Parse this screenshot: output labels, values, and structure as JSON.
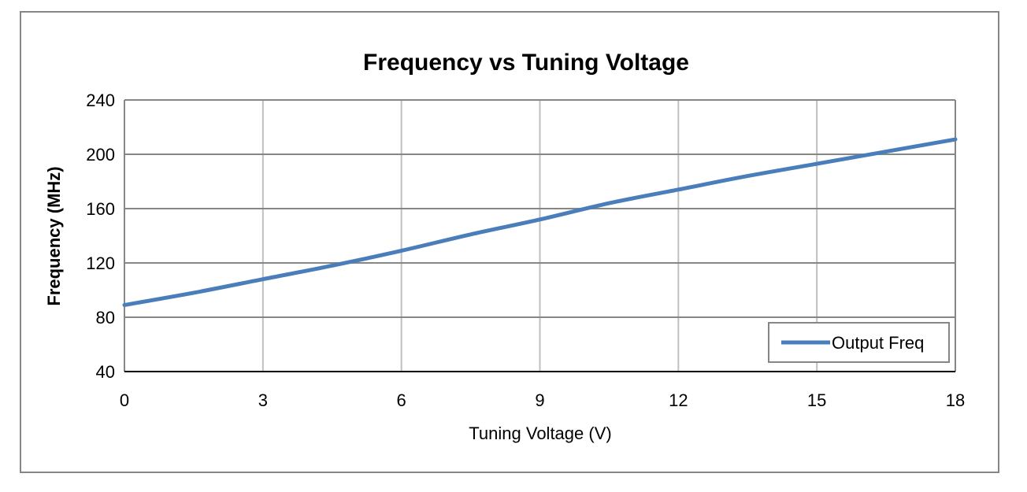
{
  "chart_data": {
    "type": "line",
    "title": "Frequency vs Tuning Voltage",
    "xlabel": "Tuning Voltage (V)",
    "ylabel": "Frequency (MHz)",
    "xlim": [
      0,
      18
    ],
    "ylim": [
      40,
      240
    ],
    "xticks": [
      "0",
      "3",
      "6",
      "9",
      "12",
      "15",
      "18"
    ],
    "yticks": [
      "40",
      "80",
      "120",
      "160",
      "200",
      "240"
    ],
    "grid": true,
    "legend_position": "bottom-right",
    "series": [
      {
        "name": "Output Freq",
        "color": "#4a7ebb",
        "x": [
          0,
          1.5,
          3,
          4.5,
          6,
          7.5,
          9,
          10.5,
          12,
          13.5,
          15,
          16.5,
          18
        ],
        "y": [
          89,
          98,
          108,
          118,
          129,
          141,
          152,
          164,
          174,
          184,
          193,
          202,
          211
        ]
      }
    ]
  }
}
